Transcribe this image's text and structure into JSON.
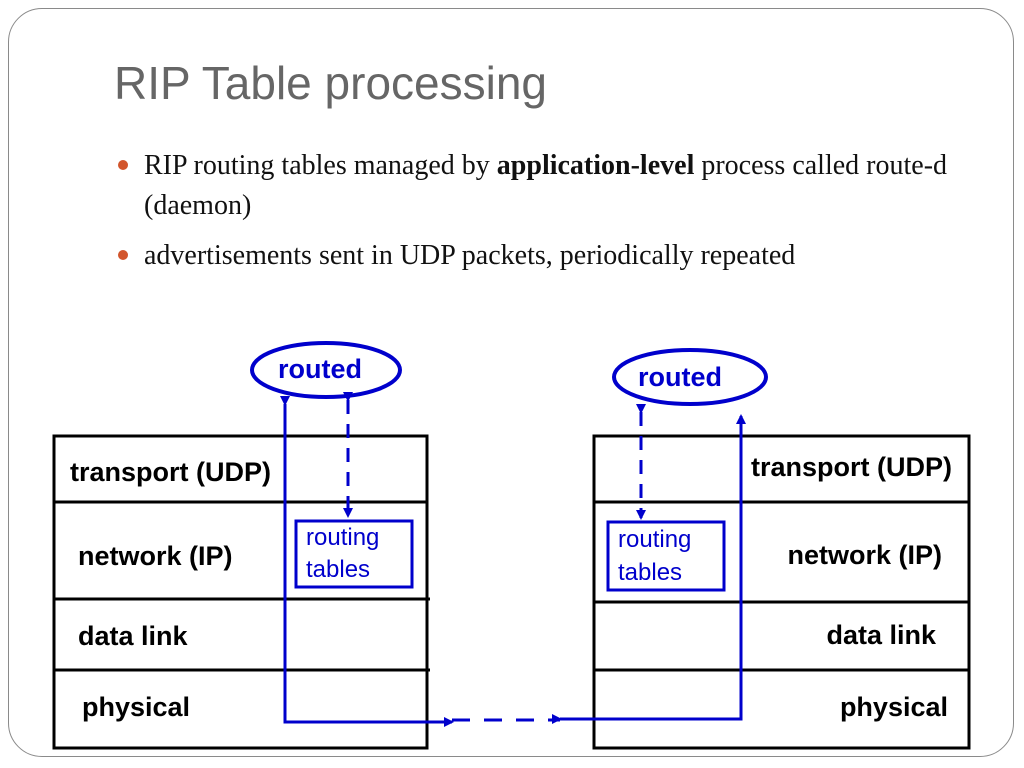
{
  "slide": {
    "title": "RIP Table processing",
    "bullets": [
      {
        "before": "RIP routing tables managed by ",
        "bold": "application-level",
        "after": " process called route-d (daemon)"
      },
      {
        "before": "advertisements sent in UDP packets, periodically repeated",
        "bold": "",
        "after": ""
      }
    ]
  },
  "diagram": {
    "left": {
      "daemon": "routed",
      "layers": [
        "transport (UDP)",
        "network (IP)",
        "data link",
        "physical"
      ],
      "routing_tables": [
        "routing",
        "tables"
      ]
    },
    "right": {
      "daemon": "routed",
      "layers": [
        "transport (UDP)",
        "network (IP)",
        "data link",
        "physical"
      ],
      "routing_tables": [
        "routing",
        "tables"
      ]
    },
    "colors": {
      "accent": "#0000cc",
      "bullet": "#d2552c",
      "title": "#666666"
    }
  }
}
